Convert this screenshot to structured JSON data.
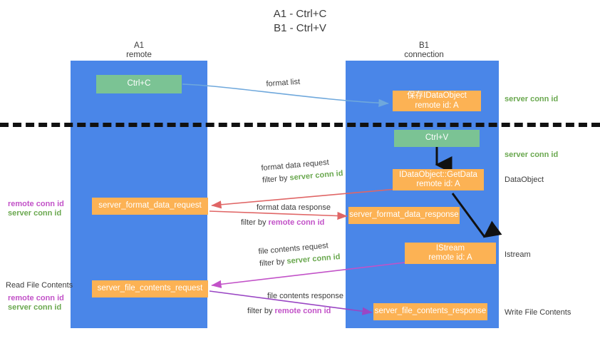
{
  "title": {
    "line1": "A1 - Ctrl+C",
    "line2": "B1 - Ctrl+V"
  },
  "lanes": [
    {
      "name": "A1",
      "sub": "remote"
    },
    {
      "name": "B1",
      "sub": "connection"
    }
  ],
  "colors": {
    "lane": "#4a86e8",
    "green_box": "#7bc394",
    "orange_box": "#fcb254",
    "green_text": "#6aa84f",
    "magenta_text": "#c252c8",
    "arrow_blue": "#6fa8dc",
    "arrow_red": "#e06666",
    "arrow_magenta": "#c252c8",
    "arrow_purple": "#9a46c4",
    "arrow_black": "#111111",
    "separator": "#111111"
  },
  "boxes": {
    "ctrl_c": "Ctrl+C",
    "ctrl_v": "Ctrl+V",
    "save_idataobject": {
      "line1": "保存IDataObject",
      "line2": "remote id: A"
    },
    "getdata": {
      "line1": "IDataObject::GetData",
      "line2": "remote id: A"
    },
    "istream": {
      "line1": "IStream",
      "line2": "remote id: A"
    },
    "server_format_data_request": "server_format_data_request",
    "server_format_data_response": "server_format_data_response",
    "server_file_contents_request": "server_file_contents_request",
    "server_file_contents_response": "server_file_contents_response"
  },
  "edge_labels": {
    "format_list": "format list",
    "format_data_request": "format data request",
    "format_data_request_filter_prefix": "filter by ",
    "format_data_request_filter_value": "server conn id",
    "format_data_response": "format data response",
    "format_data_response_filter_prefix": "filter by ",
    "format_data_response_filter_value": "remote conn id",
    "file_contents_request": "file contents request",
    "file_contents_request_filter_prefix": "filter by ",
    "file_contents_request_filter_value": "server conn id",
    "file_contents_response": "file contents response",
    "file_contents_response_filter_prefix": "filter by ",
    "file_contents_response_filter_value": "remote conn id"
  },
  "right_labels": {
    "server_conn_id_top": "server conn id",
    "server_conn_id_mid": "server conn id",
    "dataobject": "DataObject",
    "istream": "Istream",
    "write_file_contents": "Write File Contents"
  },
  "left_labels": {
    "remote_conn_id_1": "remote conn id",
    "server_conn_id_1": "server conn id",
    "read_file_contents": "Read File Contents",
    "remote_conn_id_2": "remote conn id",
    "server_conn_id_2": "server conn id"
  }
}
